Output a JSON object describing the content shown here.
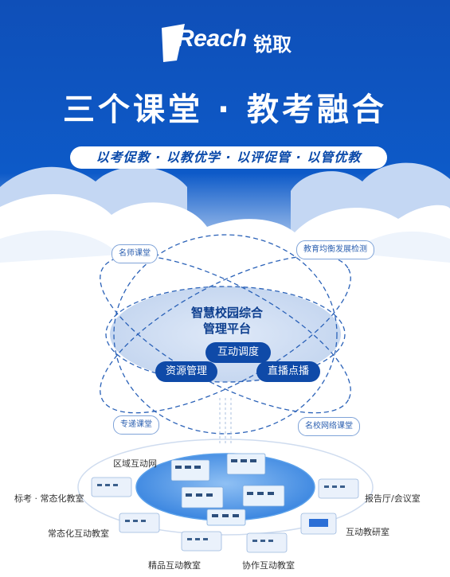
{
  "brand": {
    "name": "Reach",
    "name_cn": "锐取"
  },
  "headline": "三个课堂 · 教考融合",
  "slogan": "以考促教 · 以教优学 · 以评促管 · 以管优教",
  "diagram": {
    "core_title_line1": "智慧校园综合",
    "core_title_line2": "管理平台",
    "core_pills": [
      "互动调度",
      "资源管理",
      "直播点播"
    ],
    "orbit_tags": [
      "名师课堂",
      "教育均衡发展检测",
      "专递课堂",
      "名校网络课堂"
    ],
    "network_label": "区域互动网",
    "nodes": [
      "标考 · 常态化教室",
      "常态化互动教室",
      "精品互动教室",
      "协作互动教室",
      "报告厅/会议室",
      "互动教研室"
    ]
  },
  "colors": {
    "primary": "#0f4aa8",
    "accent": "#2b6fd6",
    "cloud": "#ffffff"
  }
}
